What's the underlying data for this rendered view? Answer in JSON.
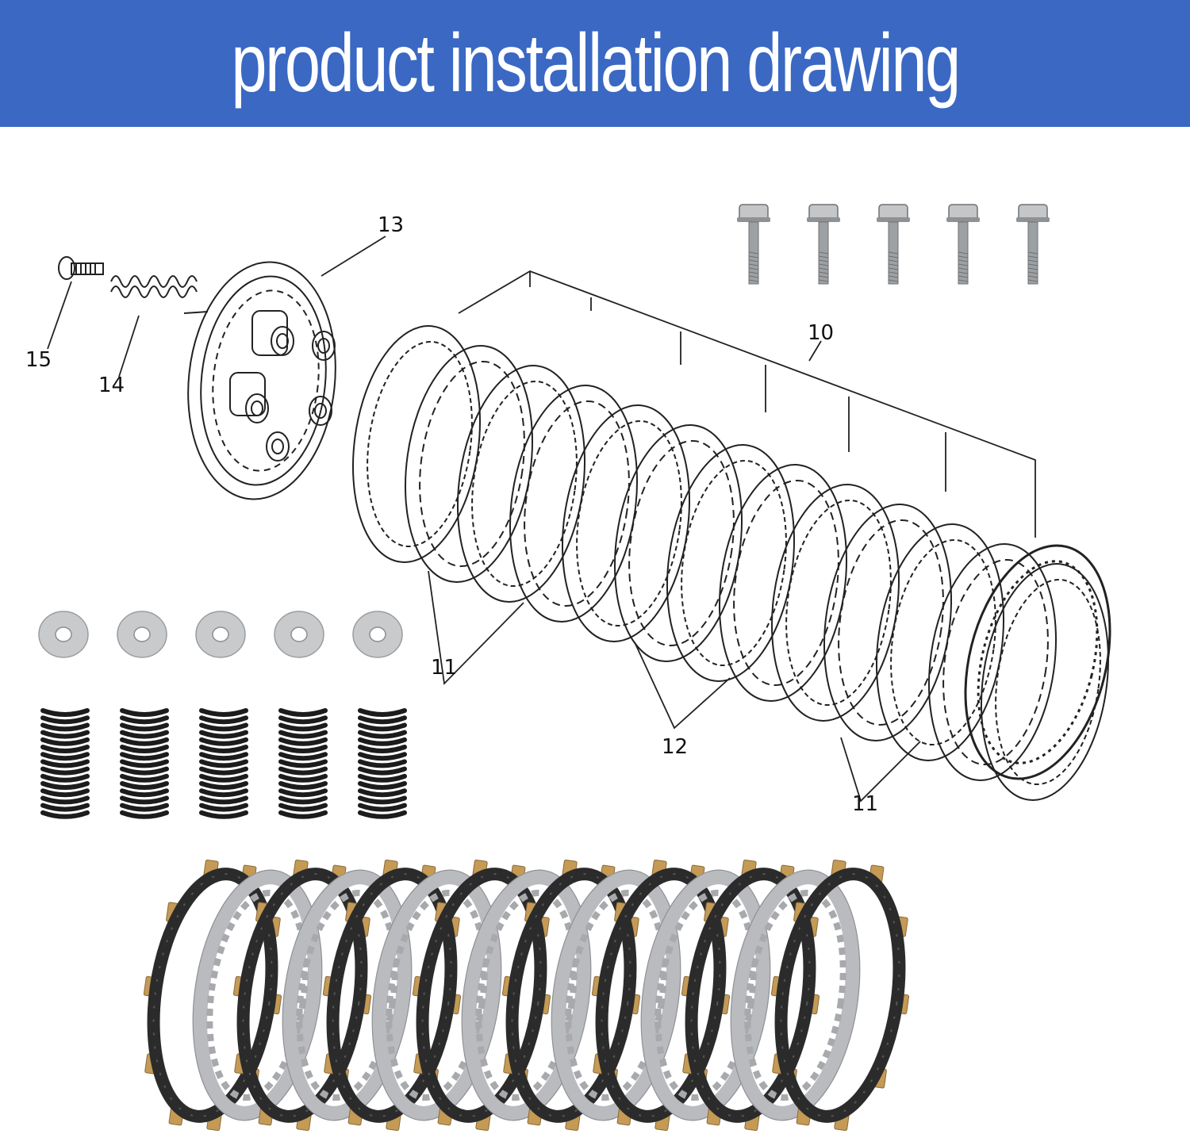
{
  "banner": {
    "title": "product installation drawing",
    "color": "#3a68c3"
  },
  "callouts": {
    "c13": "13",
    "c15": "15",
    "c14": "14",
    "c10": "10",
    "c11a": "11",
    "c12": "12",
    "c11b": "11"
  },
  "kit": {
    "bolts": 5,
    "washers": 5,
    "springs": 5,
    "friction_plates": 8,
    "steel_plates": 7
  },
  "colors": {
    "friction": "#2b2b2b",
    "friction_tab": "#c49a55",
    "steel": "#b9bbbe",
    "bolt": "#9ea1a4",
    "spring": "#1c1c1c"
  }
}
